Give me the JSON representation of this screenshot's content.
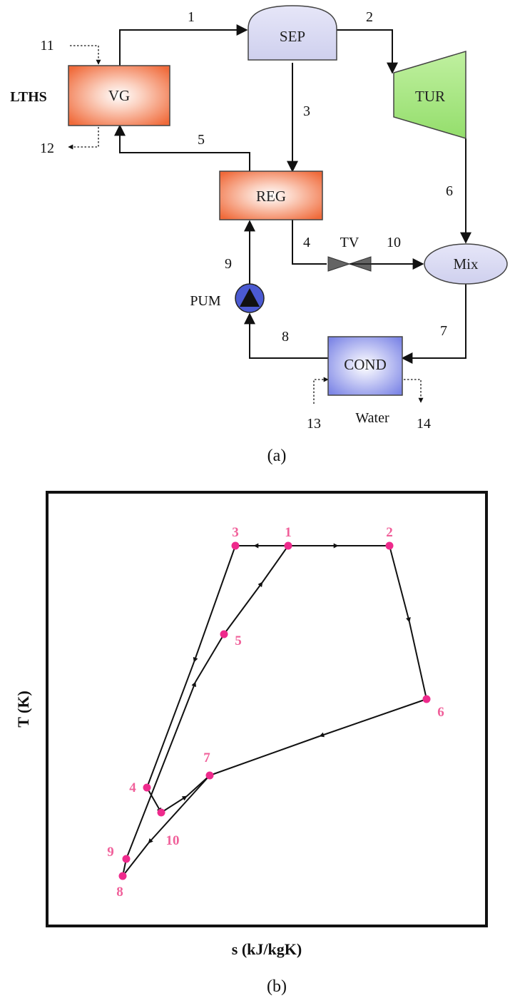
{
  "diagram_a": {
    "caption": "(a)",
    "heat_source_label": "LTHS",
    "components": {
      "vg": "VG",
      "sep": "SEP",
      "tur": "TUR",
      "reg": "REG",
      "tv": "TV",
      "mix": "Mix",
      "pum": "PUM",
      "cond": "COND",
      "water": "Water"
    },
    "stream_labels": [
      "1",
      "2",
      "3",
      "4",
      "5",
      "6",
      "7",
      "8",
      "9",
      "10",
      "11",
      "12",
      "13",
      "14"
    ]
  },
  "diagram_b": {
    "caption": "(b)",
    "xlabel": "s (kJ/kgK)",
    "ylabel": "T (K)",
    "state_labels": [
      "1",
      "2",
      "3",
      "4",
      "5",
      "6",
      "7",
      "8",
      "9",
      "10"
    ],
    "colors": {
      "state_point": "#ee2a8c",
      "state_label": "#f0609a"
    }
  },
  "colors": {
    "vg_reg_fill": "#f27043",
    "sep_mix_fill": "#dcdcf4",
    "tur_fill": "#a8e880",
    "cond_fill": "#8890ea",
    "pump_fill": "#4a5ad0",
    "valve_fill": "#606060"
  }
}
